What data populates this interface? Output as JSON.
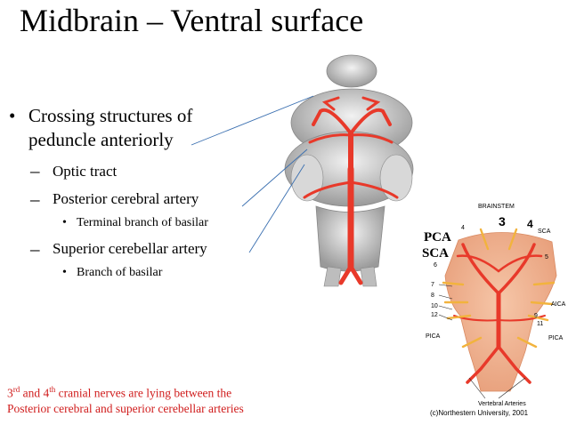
{
  "title": "Midbrain – Ventral surface",
  "bullets": {
    "main": "Crossing structures of",
    "main_cont": "peduncle anteriorly",
    "optic": "Optic tract",
    "pca": "Posterior cerebral artery",
    "pca_sub": "Terminal branch of basilar",
    "sca": "Superior cerebellar artery",
    "sca_sub": "Branch of basilar"
  },
  "note": {
    "n1": "3",
    "n1_sup": "rd",
    "and": " and 4",
    "n2_sup": "th",
    "rest": " cranial nerves are lying between the",
    "line2": "Posterior cerebral and superior cerebellar arteries"
  },
  "diagram2": {
    "header": "BRAINSTEM",
    "num3": "3",
    "num4": "4",
    "pca": "PCA",
    "sca": "SCA",
    "sca_small": "SCA",
    "aica": "AICA",
    "pica_left": "PICA",
    "pica_right": "PICA",
    "n4": "4",
    "n5": "5",
    "n6": "6",
    "n7": "7",
    "n8": "8",
    "n9": "9",
    "n10": "10",
    "n11": "11",
    "n12": "12",
    "vertebral": "Vertebral Arteries",
    "copyright": "(c)Northestern University, 2001"
  },
  "colors": {
    "artery": "#e8392a",
    "note": "#d01c1c",
    "pointer": "#3a6fb0"
  }
}
